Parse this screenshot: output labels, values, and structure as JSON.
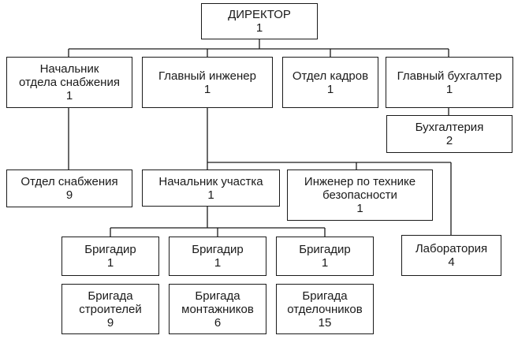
{
  "colors": {
    "stroke": "#1a1a1a",
    "background": "#ffffff"
  },
  "nodes": {
    "director": {
      "lines": [
        "ДИРЕКТОР"
      ],
      "count": "1"
    },
    "supply_head": {
      "lines": [
        "Начальник",
        "отдела снабжения"
      ],
      "count": "1"
    },
    "chief_eng": {
      "lines": [
        "Главный инженер"
      ],
      "count": "1"
    },
    "hr": {
      "lines": [
        "Отдел кадров"
      ],
      "count": "1"
    },
    "chief_acc": {
      "lines": [
        "Главный бухгалтер"
      ],
      "count": "1"
    },
    "accounting": {
      "lines": [
        "Бухгалтерия"
      ],
      "count": "2"
    },
    "supply_dept": {
      "lines": [
        "Отдел снабжения"
      ],
      "count": "9"
    },
    "site_head": {
      "lines": [
        "Начальник участка"
      ],
      "count": "1"
    },
    "safety_eng": {
      "lines": [
        "Инженер по технике",
        "безопасности"
      ],
      "count": "1"
    },
    "lab": {
      "lines": [
        "Лаборатория"
      ],
      "count": "4"
    },
    "foreman1": {
      "lines": [
        "Бригадир"
      ],
      "count": "1"
    },
    "foreman2": {
      "lines": [
        "Бригадир"
      ],
      "count": "1"
    },
    "foreman3": {
      "lines": [
        "Бригадир"
      ],
      "count": "1"
    },
    "brigade_build": {
      "lines": [
        "Бригада",
        "строителей"
      ],
      "count": "9"
    },
    "brigade_mount": {
      "lines": [
        "Бригада",
        "монтажников"
      ],
      "count": "6"
    },
    "brigade_finish": {
      "lines": [
        "Бригада",
        "отделочников"
      ],
      "count": "15"
    }
  }
}
